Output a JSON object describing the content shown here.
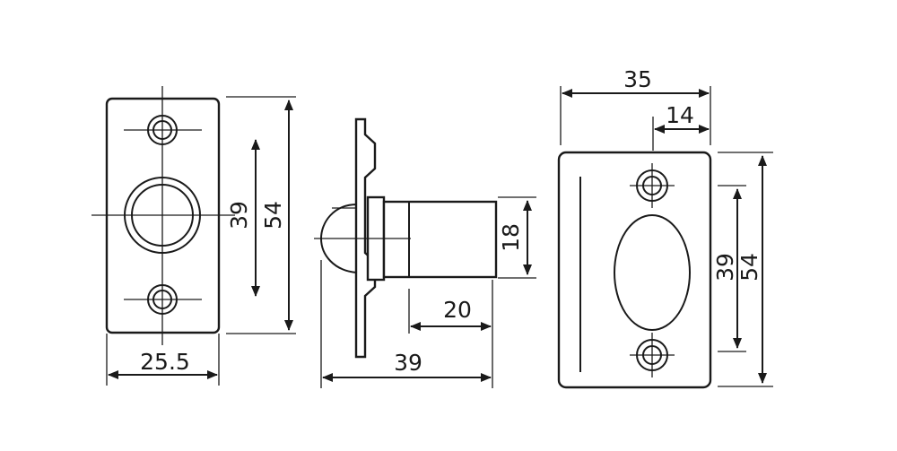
{
  "colors": {
    "line": "#1a1a1a",
    "background": "#ffffff"
  },
  "front_view": {
    "width_label": "25.5",
    "hole_spacing_label": "39",
    "height_label": "54"
  },
  "side_view": {
    "diameter_label": "18",
    "bolt_length_label": "20",
    "total_length_label": "39"
  },
  "strike_view": {
    "width_label": "35",
    "offset_label": "14",
    "hole_spacing_label": "39",
    "height_label": "54"
  }
}
